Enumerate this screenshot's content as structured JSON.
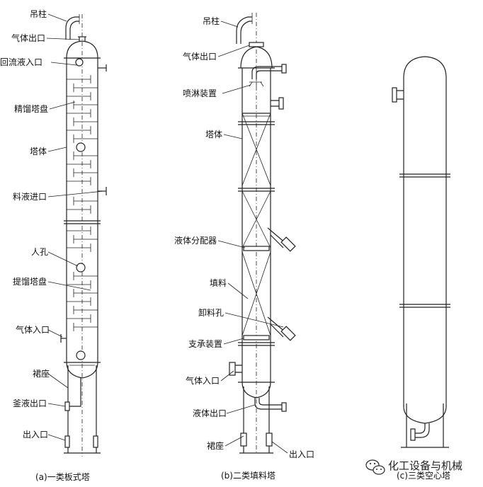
{
  "tower_a": {
    "labels": {
      "hanger": "吊柱",
      "gas_outlet": "气体出口",
      "reflux_inlet": "回流液入口",
      "rect_trays": "精馏塔盘",
      "shell": "塔体",
      "feed_inlet": "料液进口",
      "manhole": "人孔",
      "strip_trays": "提馏塔盘",
      "gas_inlet": "气体入口",
      "skirt": "裙座",
      "bottoms_outlet": "釜液出口",
      "access_port": "出入口"
    },
    "caption": "(a)一类板式塔"
  },
  "tower_b": {
    "labels": {
      "hanger": "吊柱",
      "gas_outlet": "气体出口",
      "spray": "喷淋装置",
      "shell": "塔体",
      "distributor": "液体分配器",
      "packing": "填料",
      "unload_hole": "卸料孔",
      "support": "支承装置",
      "gas_inlet": "气体入口",
      "liquid_outlet": "液体出口",
      "skirt": "裙座",
      "access_port": "出入口"
    },
    "caption": "(b)二类填料塔"
  },
  "tower_c": {
    "caption": "(c)三类空心塔"
  },
  "watermark": {
    "text": "化工设备与机械",
    "icon": "wechat-icon"
  }
}
